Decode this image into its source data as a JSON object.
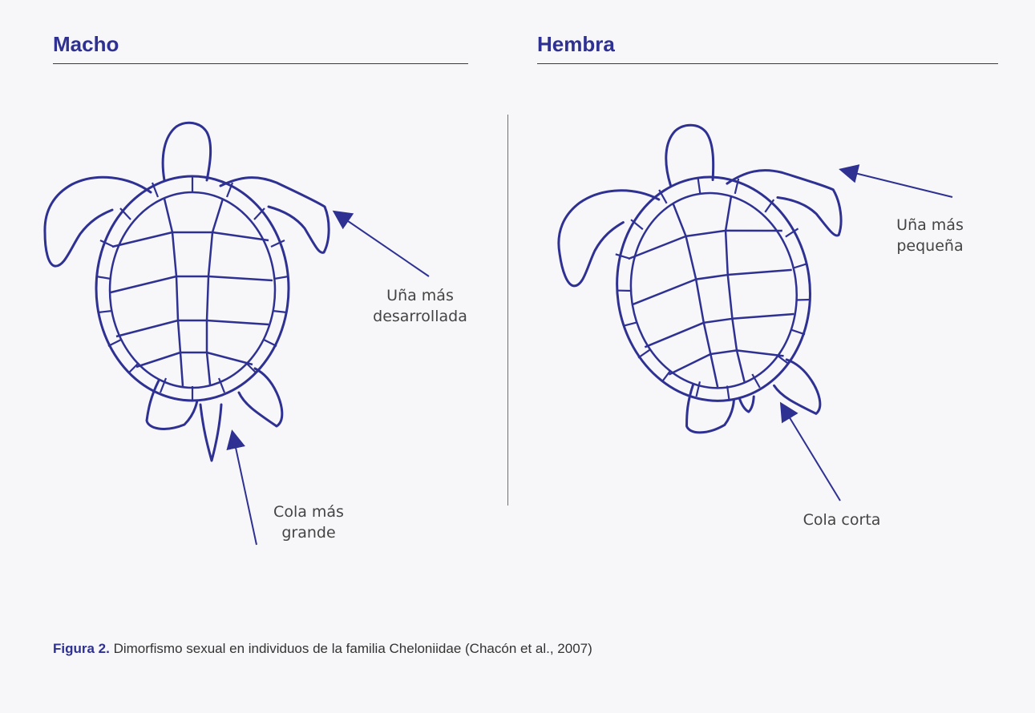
{
  "headings": {
    "male": "Macho",
    "female": "Hembra"
  },
  "labels": {
    "male_claw": [
      "Uña más",
      "desarrollada"
    ],
    "male_tail": [
      "Cola más",
      "grande"
    ],
    "female_claw": [
      "Uña más",
      "pequeña"
    ],
    "female_tail": "Cola corta"
  },
  "caption": {
    "figure": "Figura 2.",
    "text": " Dimorfismo sexual en individuos de la familia Cheloniidae (Chacón et al., 2007)"
  },
  "colors": {
    "stroke": "#2e3192",
    "heading": "#2e3192",
    "divider": "#707070"
  }
}
